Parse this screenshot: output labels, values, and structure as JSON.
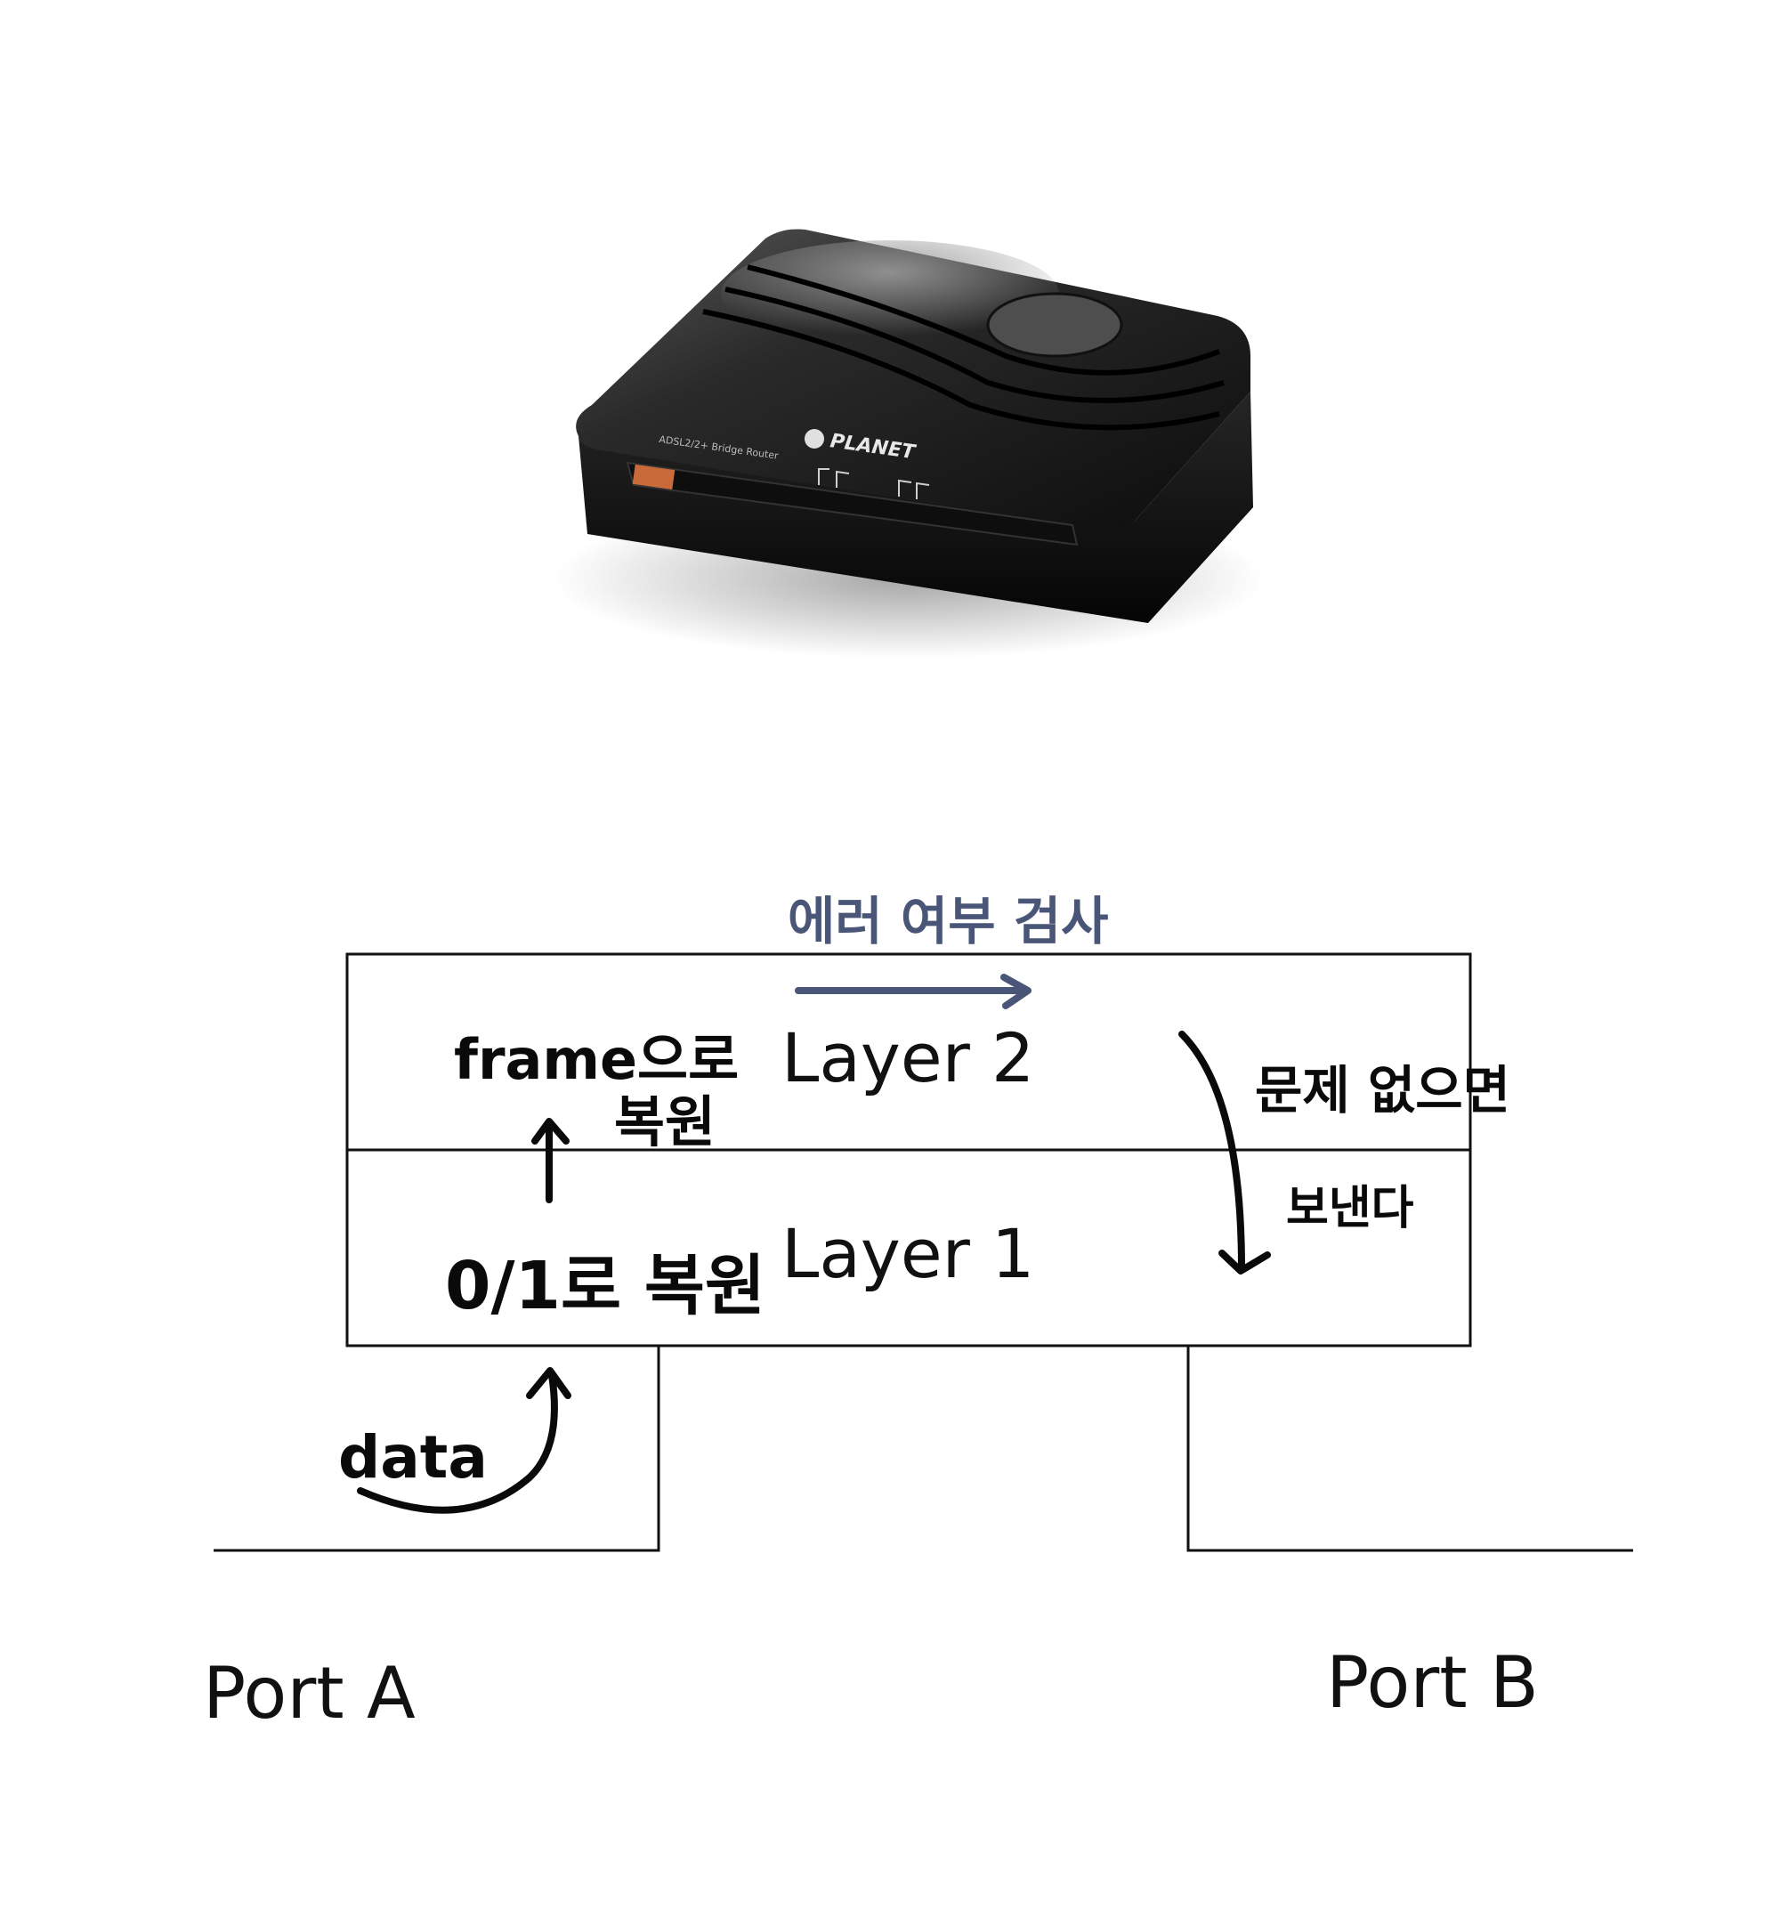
{
  "device": {
    "brand": "PLANET",
    "model_text": "ADSL2/2+ Bridge Router"
  },
  "diagram": {
    "layer2_label": "Layer 2",
    "layer1_label": "Layer 1",
    "port_a_label": "Port A",
    "port_b_label": "Port B"
  },
  "annotations": {
    "error_check": "에러 여부 검사",
    "frame_restore_line1": "frame으로",
    "frame_restore_line2": "복원",
    "bit_restore": "0/1로 복원",
    "no_problem": "문제 없으면",
    "send": "보낸다",
    "data": "data"
  },
  "colors": {
    "ink": "#0a0a0a",
    "annotation_blue": "#4a5677",
    "line": "#111111"
  }
}
